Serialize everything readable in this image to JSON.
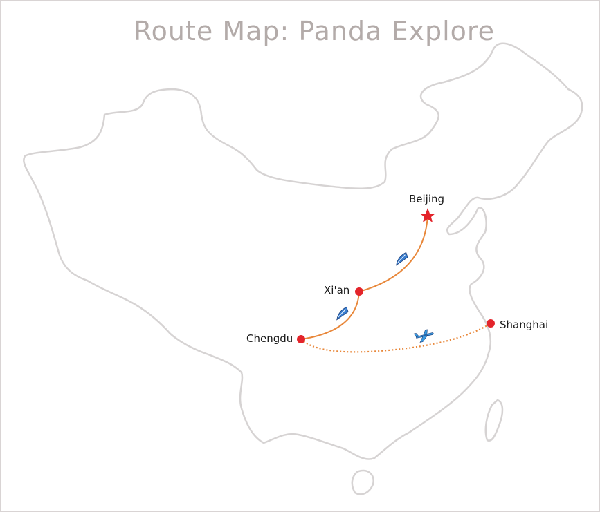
{
  "title": "Route Map: Panda Explore",
  "cities": [
    {
      "name": "Beijing",
      "marker": "star"
    },
    {
      "name": "Xi'an",
      "marker": "dot"
    },
    {
      "name": "Chengdu",
      "marker": "dot"
    },
    {
      "name": "Shanghai",
      "marker": "dot"
    }
  ],
  "routes": [
    {
      "from": "Chengdu",
      "to": "Xi'an",
      "mode": "train-icon",
      "style": "solid"
    },
    {
      "from": "Xi'an",
      "to": "Beijing",
      "mode": "train-icon",
      "style": "solid"
    },
    {
      "from": "Chengdu",
      "to": "Shanghai",
      "mode": "plane-icon",
      "style": "dotted"
    }
  ],
  "colors": {
    "route": "#e8873a",
    "marker": "#e3242b",
    "outline": "#d6d3d3",
    "title": "#b3aba9",
    "vehicle": "#3b7fd0"
  }
}
